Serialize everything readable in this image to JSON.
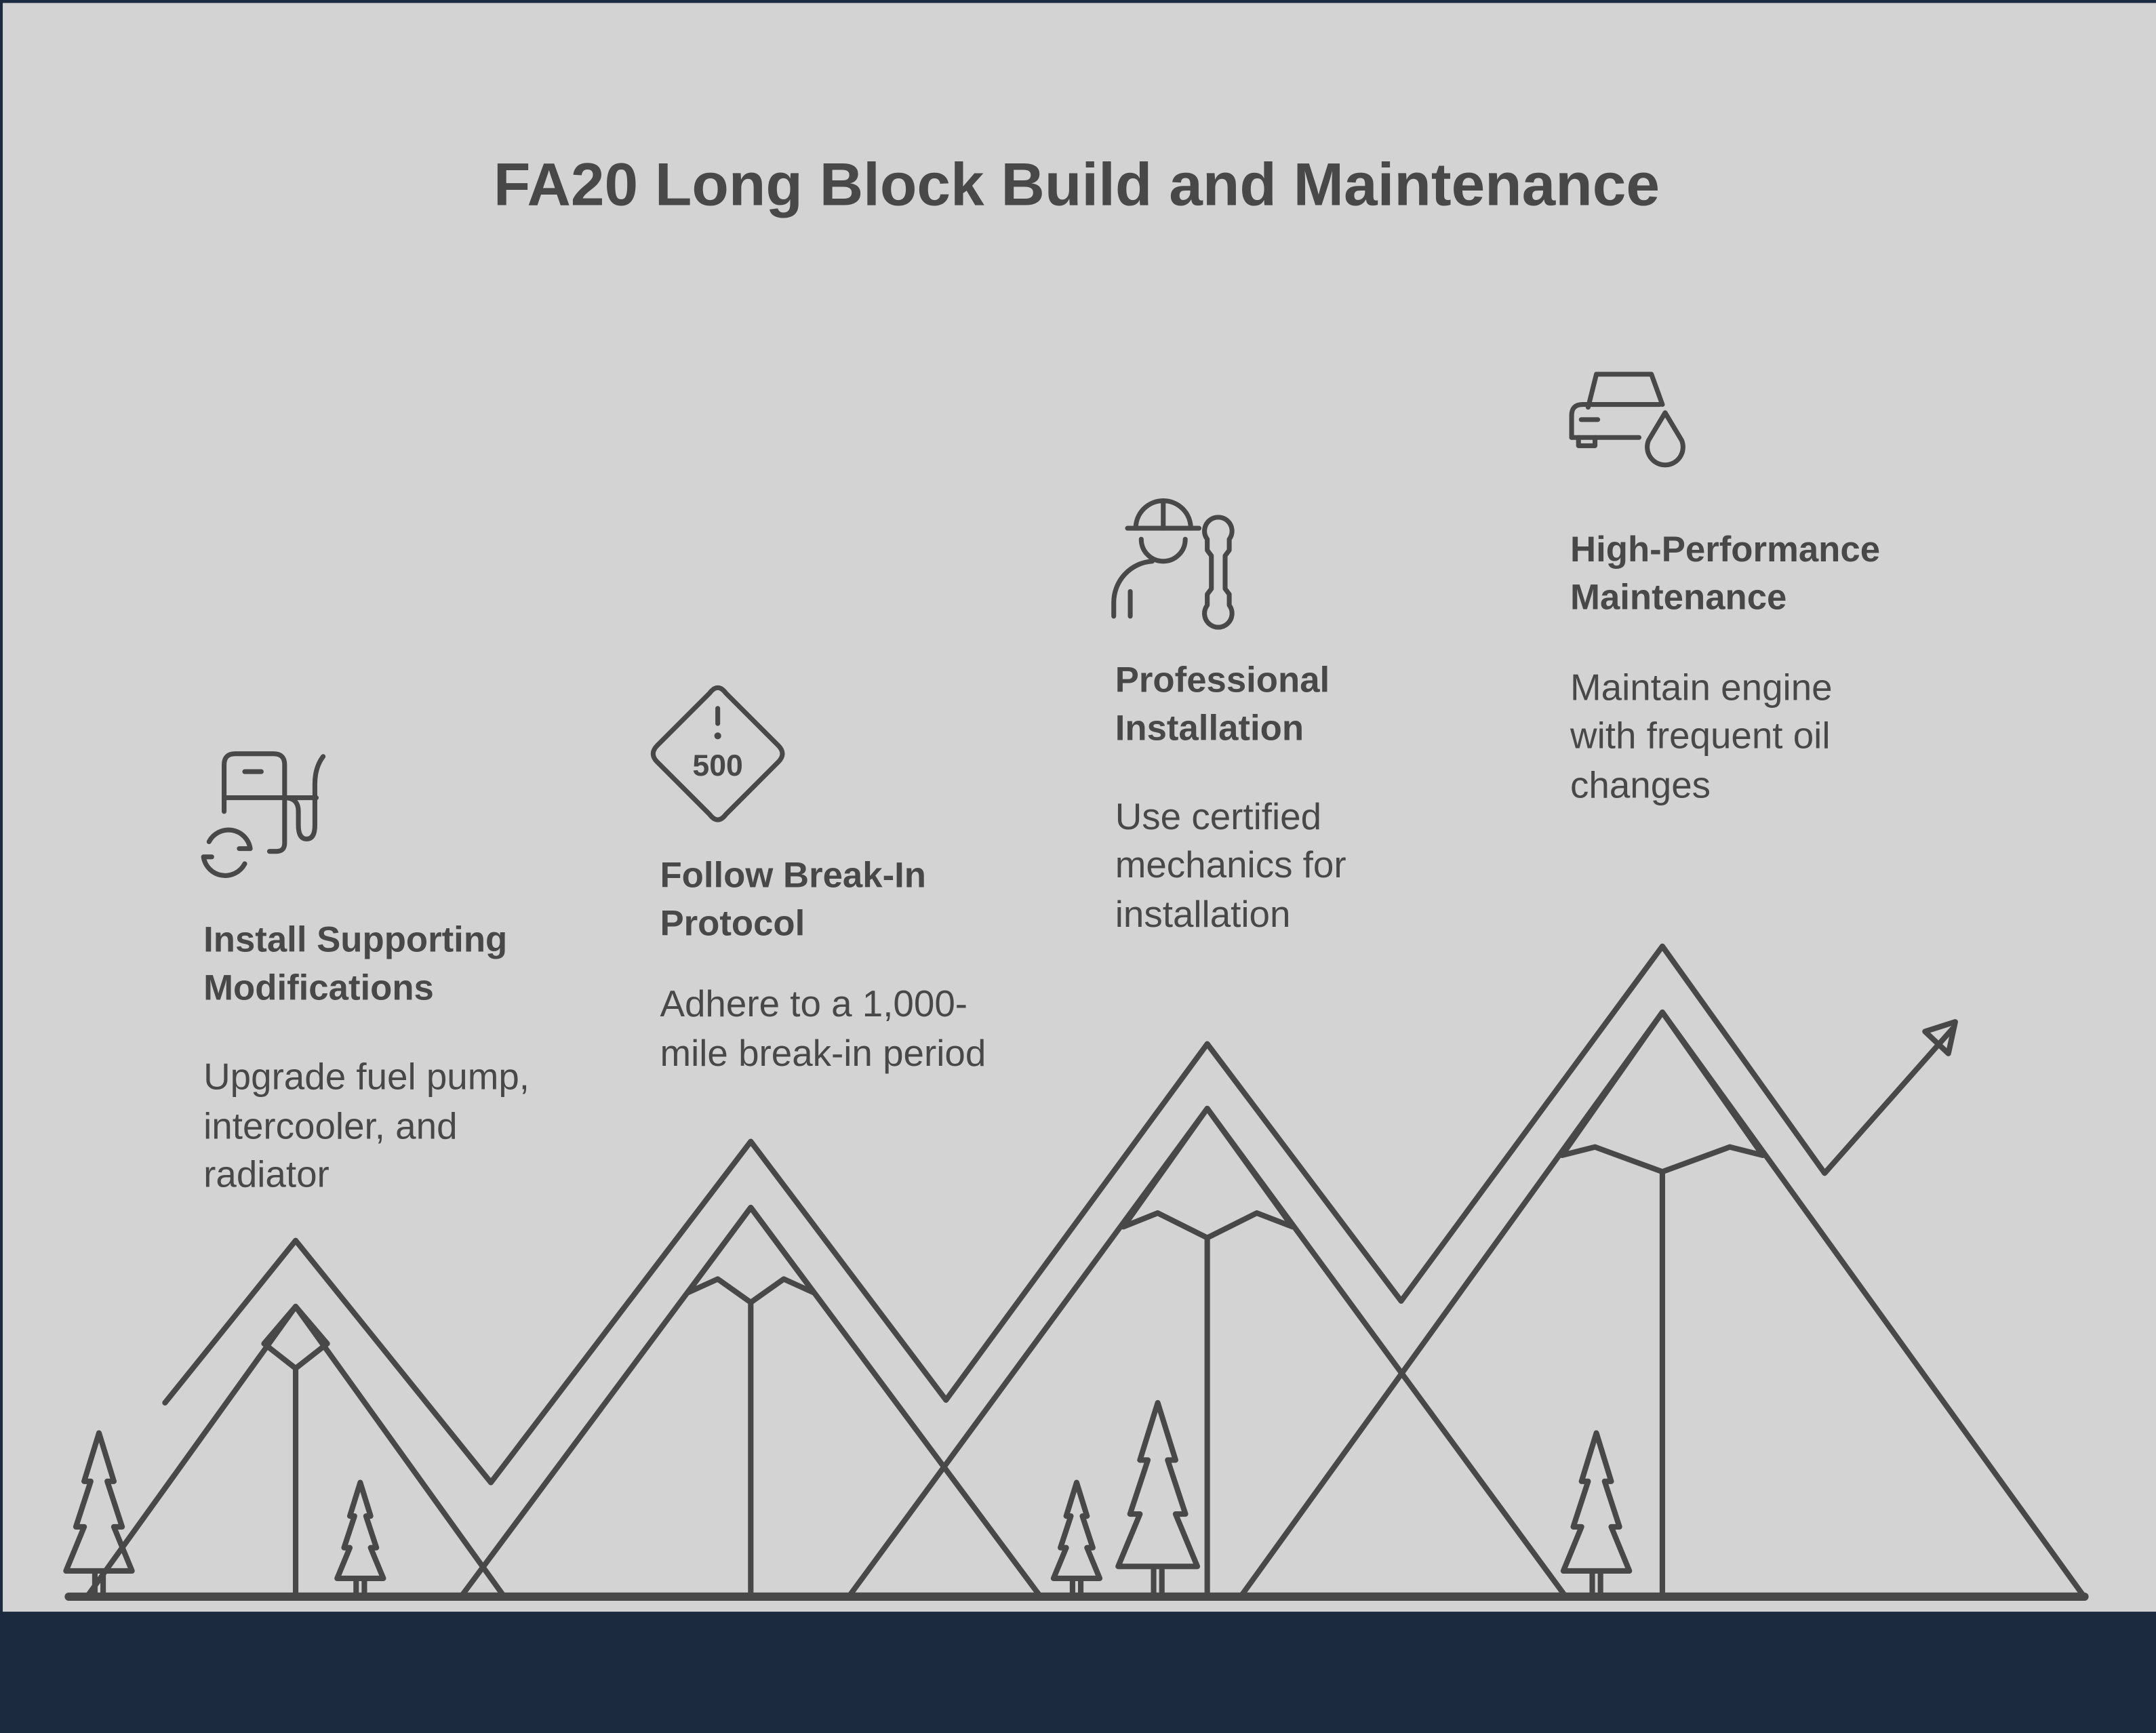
{
  "title": "FA20 Long Block Build and Maintenance",
  "colors": {
    "background": "#d3d3d3",
    "footer": "#1b2a3f",
    "ink": "#484848",
    "step1": "#5b8ff9",
    "step2": "#3ddc97",
    "step3": "#a8e063",
    "step4": "#1ec8ff"
  },
  "steps": [
    {
      "icon": "fuel-pump-icon",
      "heading": [
        "Install Supporting",
        "Modifications"
      ],
      "body": [
        "Upgrade fuel pump,",
        "intercooler, and",
        "radiator"
      ]
    },
    {
      "icon": "500-warning-sign-icon",
      "icon_text": "500",
      "heading": [
        "Follow Break-In",
        "Protocol"
      ],
      "body": [
        "Adhere to a 1,000-",
        "mile break-in period"
      ]
    },
    {
      "icon": "mechanic-wrench-icon",
      "heading": [
        "Professional",
        "Installation"
      ],
      "body": [
        "Use certified",
        "mechanics for",
        "installation"
      ]
    },
    {
      "icon": "car-oil-drop-icon",
      "heading": [
        "High-Performance",
        "Maintenance"
      ],
      "body": [
        "Maintain engine",
        "with frequent oil",
        "changes"
      ]
    }
  ]
}
